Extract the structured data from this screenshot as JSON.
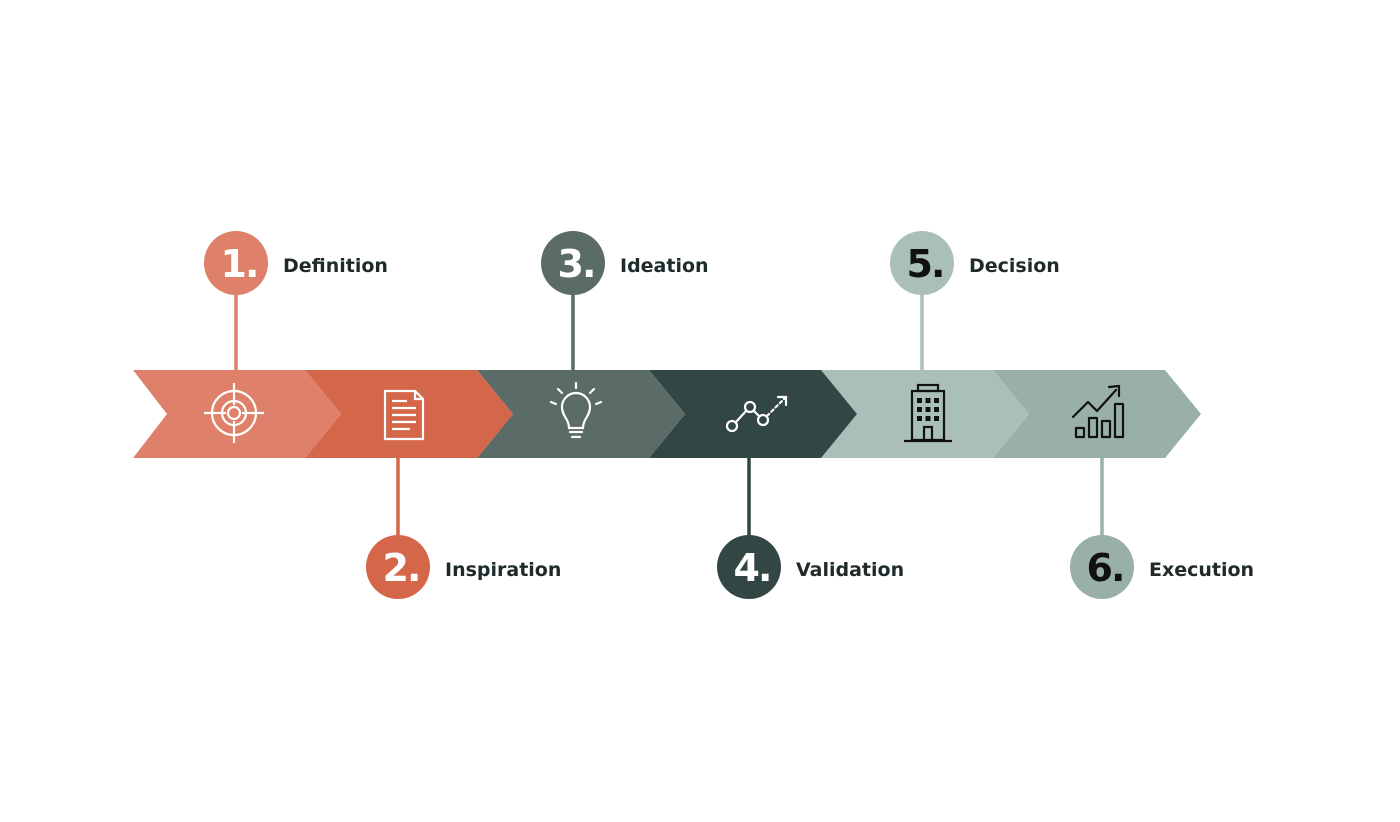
{
  "steps": [
    {
      "number": "1.",
      "label": "Definition",
      "icon": "target-icon",
      "color": "#de806a",
      "number_color": "#ffffff",
      "icon_color": "#ffffff"
    },
    {
      "number": "2.",
      "label": "Inspiration",
      "icon": "document-icon",
      "color": "#d4674a",
      "number_color": "#ffffff",
      "icon_color": "#ffffff"
    },
    {
      "number": "3.",
      "label": "Ideation",
      "icon": "lightbulb-icon",
      "color": "#5b6c68",
      "number_color": "#ffffff",
      "icon_color": "#ffffff"
    },
    {
      "number": "4.",
      "label": "Validation",
      "icon": "trend-line-icon",
      "color": "#324643",
      "number_color": "#ffffff",
      "icon_color": "#ffffff"
    },
    {
      "number": "5.",
      "label": "Decision",
      "icon": "building-icon",
      "color": "#aabfb9",
      "number_color": "#111111",
      "icon_color": "#111111"
    },
    {
      "number": "6.",
      "label": "Execution",
      "icon": "growth-chart-icon",
      "color": "#98b0a9",
      "number_color": "#111111",
      "icon_color": "#111111"
    }
  ]
}
